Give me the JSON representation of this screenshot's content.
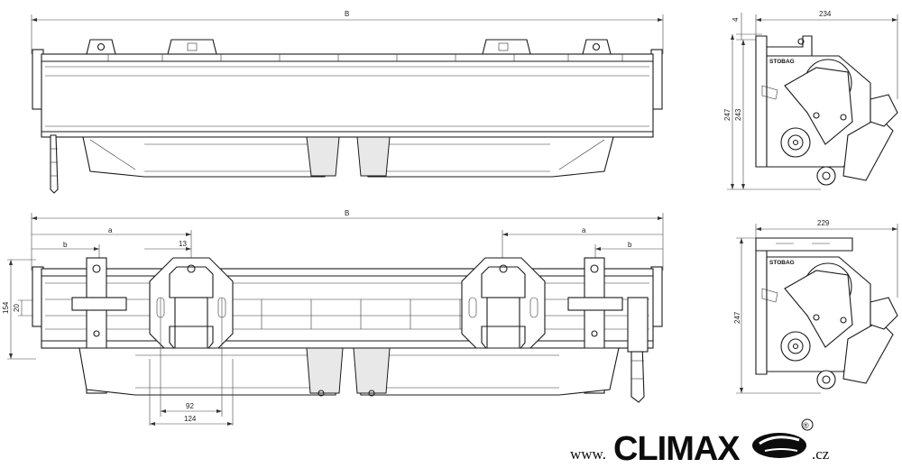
{
  "top_view": {
    "dim_overall": "B"
  },
  "bottom_view": {
    "dim_overall": "B",
    "dim_a_left": "a",
    "dim_a_right": "a",
    "dim_b_left": "b",
    "dim_b_right": "b",
    "dim_13": "13",
    "dim_154": "154",
    "dim_20": "20",
    "dim_92": "92",
    "dim_124": "124"
  },
  "side_view_top": {
    "dim_width": "234",
    "dim_4": "4",
    "dim_247": "247",
    "dim_243": "243",
    "label": "STOBAG"
  },
  "side_view_bottom": {
    "dim_width": "229",
    "dim_247": "247",
    "label": "STOBAG"
  },
  "footer": {
    "www": "www.",
    "brand": "CLIMAX",
    "registered": "®",
    "tld": ".cz"
  }
}
